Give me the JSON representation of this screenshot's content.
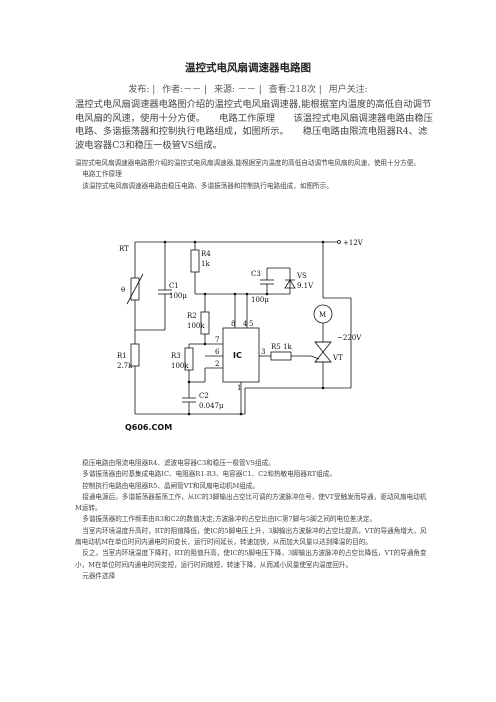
{
  "article": {
    "title": "温控式电风扇调速器电路图",
    "meta": {
      "published": "发布: |",
      "author": "作者:－－ |",
      "source": "来源: －－ |",
      "views": "查看:218次 |",
      "follow": "用户关注:"
    },
    "lead": "温控式电风扇调速器电路图介绍的温控式电风扇调速器,能根据室内温度的高低自动调节电风扇的风速，使用十分方便。　　电路工作原理　　该温控式电风扇调速器电路由稳压电路、多谐振荡器和控制执行电路组成，如图所示。　　稳压电路由限流电阻器R4、滤波电容器C3和稳压一极管VS组成。",
    "intro": [
      "温控式电风扇调速器电路图介绍的温控式电风扇调速器,能根据室内温度的高低自动调节电风扇的风速，使用十分方便。",
      "电路工作原理",
      "该温控式电风扇调速器电路由稳压电路、多谐振荡器和控制执行电路组成，如图所示。"
    ],
    "body": [
      "稳压电路由限流电阻器R4、滤波电容器C3和稳压一极管VS组成。",
      "多谐振荡器由时基集成电路IC、电阻器R1-R3、电容器C1、C2和热敏电阻器RT组成。",
      "控制执行电路由电阻器R5、晶闸管VT和风扇电动机M组成。",
      "接通电源后，多谐振荡器振荡工作，从IC的3脚输出占空比可调的方波脉冲信号，使VT受触发而导通，驱动风扇电动机M运转。",
      "多谐振荡器的工作频率由R3和C2的数值决定;方波脉冲的占空比由IC第7脚与5脚之间的电位差决定。",
      "当室内环境温度升高时，RT的阻值降低，使IC的5脚电压上升，3脚输出方波脉冲的占空比提高，VT的导通角增大，风扇电动机M在单位时间内通电时间变长，运行时间延长，转速加快，从而加大风量以达到降温的目的。",
      "反之，当室内环境温度下降时，RT的阻值升高，使IC的5脚电压下降，3脚输出方波脉冲的占空比降低，VT的导通角变小，M在单位时间内通电时间变短，运行时间缩短，转速下降，从而减小风量使室内温度回升。",
      "元器件选择"
    ]
  },
  "circuit": {
    "labels": {
      "rt": "RT",
      "theta": "θ",
      "c1": "C1",
      "c1_val": "100μ",
      "r4": "R4",
      "r4_val": "1k",
      "vplus": "+12V",
      "c3": "C3",
      "c3_val": "100μ",
      "vs": "VS",
      "vs_val": "9.1V",
      "m": "M",
      "ac": "~220V",
      "r2": "R2",
      "r2_val": "100k",
      "r1": "R1",
      "r1_val": "2.7k",
      "r3": "R3",
      "r3_val": "100k",
      "ic": "IC",
      "r5": "R5",
      "r5_val": "1k",
      "vt": "VT",
      "c2": "C2",
      "c2_val": "0.047μ",
      "watermark": "Q606.COM",
      "pin8": "8",
      "pin4": "4",
      "pin7": "7",
      "pin6": "6",
      "pin2": "2",
      "pin5": "5",
      "pin3": "3",
      "pin1": "1"
    }
  }
}
